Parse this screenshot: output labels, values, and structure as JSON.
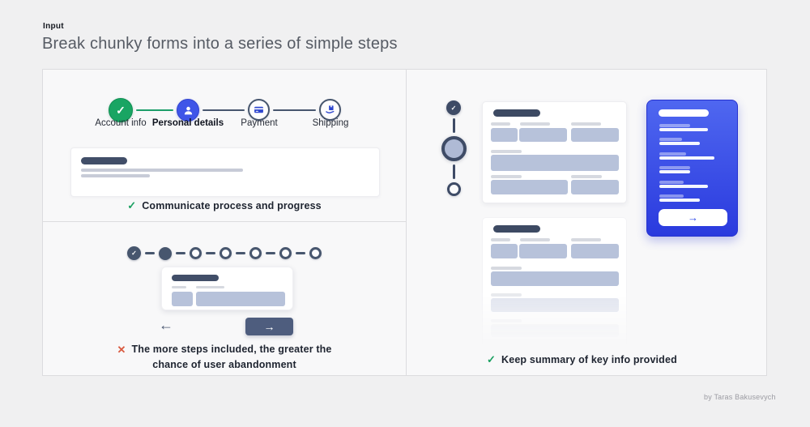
{
  "header": {
    "eyebrow": "Input",
    "title": "Break chunky forms into a series of simple steps"
  },
  "left_top": {
    "steps": [
      {
        "label": "Account info",
        "state": "complete",
        "icon": "check-icon"
      },
      {
        "label": "Personal details",
        "state": "active",
        "icon": "person-icon"
      },
      {
        "label": "Payment",
        "state": "upcoming",
        "icon": "credit-card-icon"
      },
      {
        "label": "Shipping",
        "state": "upcoming",
        "icon": "shipping-icon"
      }
    ],
    "check_glyph": "✓",
    "caption": "Communicate process and progress"
  },
  "left_bottom": {
    "dots": [
      "check",
      "filled",
      "open",
      "open",
      "open",
      "open",
      "open"
    ],
    "check_glyph": "✓",
    "x_glyph": "✕",
    "back_glyph": "←",
    "next_glyph": "→",
    "caption_line1": "The more steps included, the greater the",
    "caption_line2": "chance of user abandonment"
  },
  "right": {
    "vertical_steps": [
      "check",
      "active",
      "open"
    ],
    "check_glyph": "✓",
    "next_glyph": "→",
    "caption": "Keep summary of key info provided"
  },
  "attribution": "by Taras Bakusevych",
  "colors": {
    "background": "#f0f0f1",
    "panel": "#f8f8f9",
    "border": "#dcdcdf",
    "green": "#19a563",
    "blue": "#3f55e8",
    "slate": "#47566e",
    "skeleton_box": "#b7c2da",
    "skeleton_line": "#c7cbd7",
    "red": "#d95b41",
    "blue_card_top": "#4f67f0",
    "blue_card_bottom": "#2a3ade"
  }
}
